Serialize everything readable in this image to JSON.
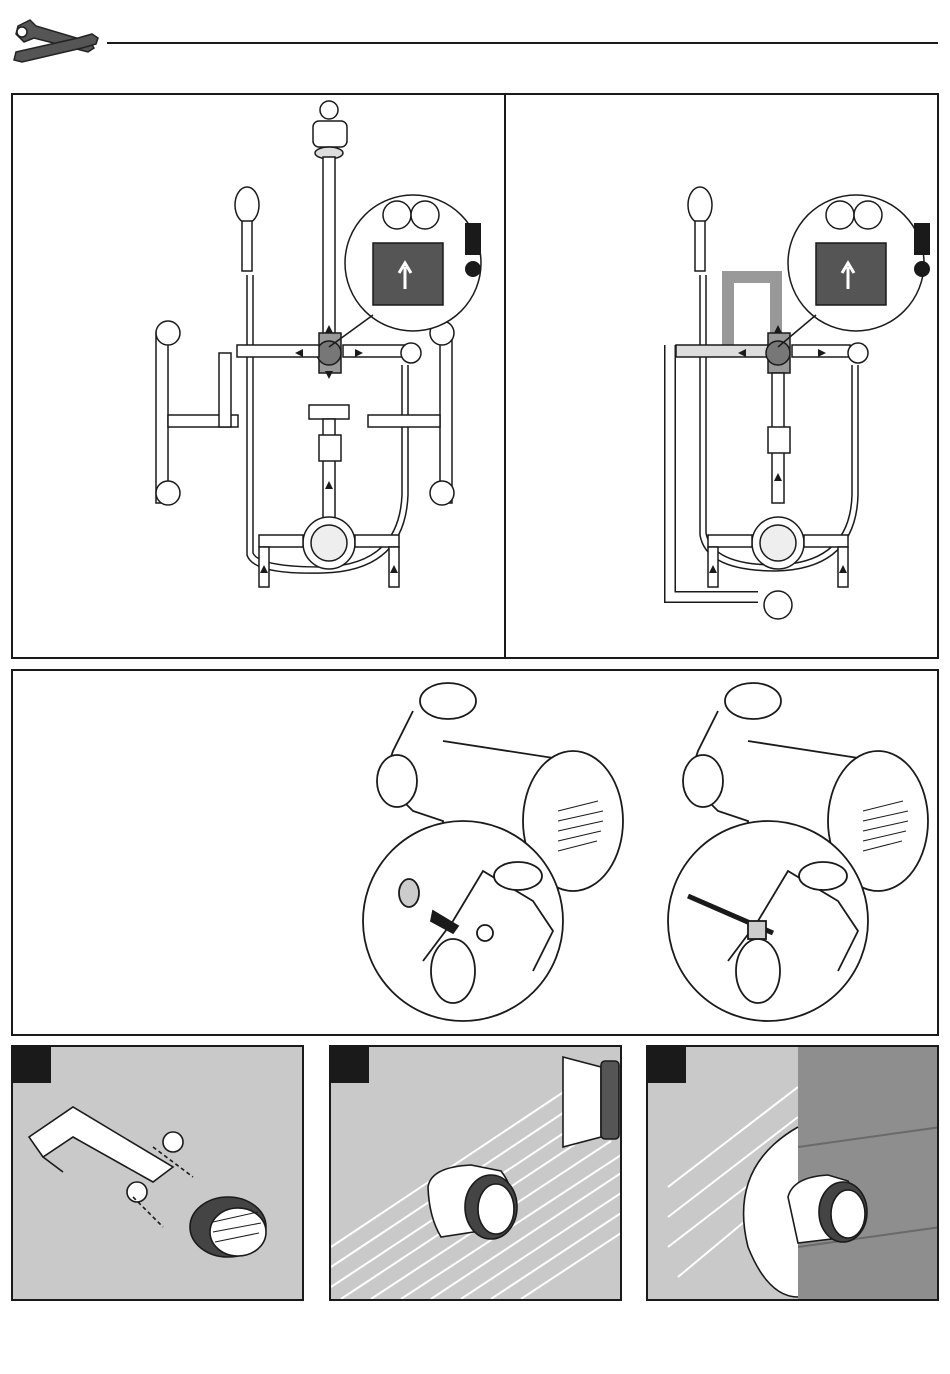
{
  "header": {
    "icon": "wrench-screwdriver-icon",
    "rule": true
  },
  "top_panels": [
    {
      "id": "installation-diagram-left",
      "warning_icon": "exclamation-icon"
    },
    {
      "id": "installation-diagram-right",
      "warning_icon": "exclamation-icon"
    }
  ],
  "middle_panel": {
    "left_detail": "valve-body-with-plug",
    "right_detail": "valve-body-with-fitting"
  },
  "steps": [
    {
      "id": "step-sealant",
      "badge": ""
    },
    {
      "id": "step-tile-adhesive",
      "badge": ""
    },
    {
      "id": "step-tile-finish",
      "badge": ""
    }
  ],
  "colors": {
    "line": "#1a1a1a",
    "panel_grey": "#c9c9c9",
    "highlight_grey": "#8a8a8a"
  }
}
